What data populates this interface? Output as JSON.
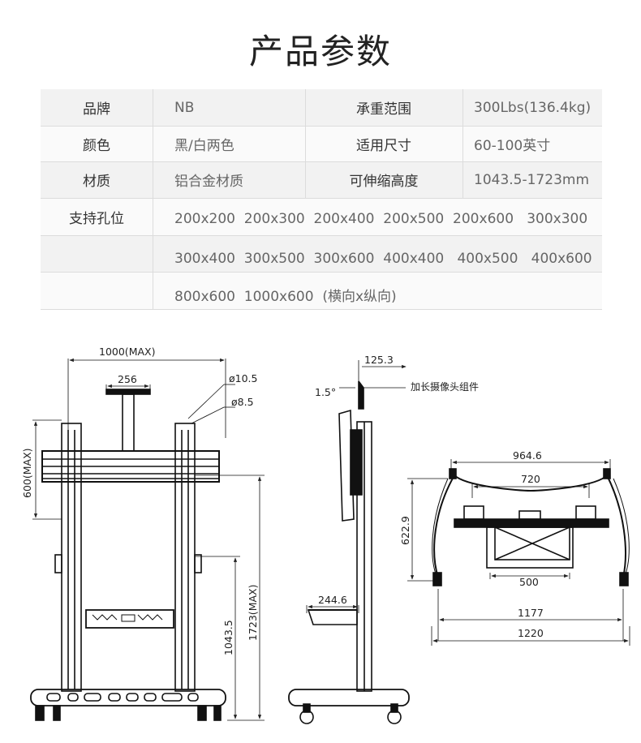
{
  "title": "产品参数",
  "specs": {
    "brand_label": "品牌",
    "brand_value": "NB",
    "load_label": "承重范围",
    "load_value": "300Lbs(136.4kg)",
    "color_label": "颜色",
    "color_value": "黑/白两色",
    "size_label": "适用尺寸",
    "size_value": "60-100英寸",
    "material_label": "材质",
    "material_value": "铝合金材质",
    "height_label": "可伸缩高度",
    "height_value": "1043.5-1723mm",
    "holes_label": "支持孔位",
    "holes_line1": "200x200  200x300  200x400  200x500  200x600   300x300",
    "holes_line2": "300x400  300x500  300x600  400x400   400x500   400x600",
    "holes_line3": "800x600  1000x600  (横向x纵向)"
  },
  "diagram": {
    "front": {
      "width_max": "1000(MAX)",
      "camera_width": "256",
      "hole_large": "ø10.5",
      "hole_small": "ø8.5",
      "vesa_height_max": "600(MAX)",
      "height_max": "1723(MAX)",
      "height_min": "1043.5"
    },
    "side": {
      "camera_depth": "125.3",
      "tilt": "1.5°",
      "camera_label": "加长摄像头组件",
      "shelf_depth": "244.6"
    },
    "base": {
      "upper_width": "964.6",
      "inner_width": "720",
      "depth": "622.9",
      "tray_width": "500",
      "wheel_span": "1177",
      "total_width": "1220"
    }
  }
}
